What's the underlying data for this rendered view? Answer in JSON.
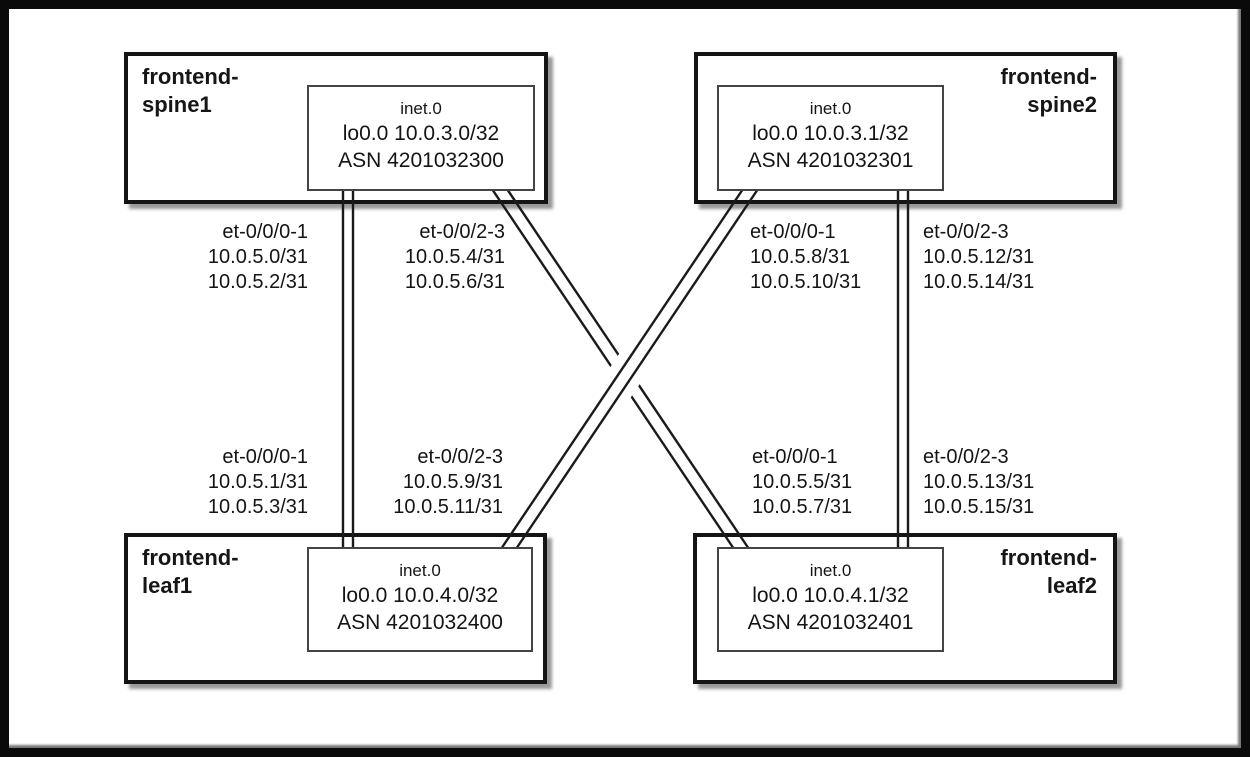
{
  "diagram_type": "network-topology",
  "nodes": {
    "spine1": {
      "name_line1": "frontend-",
      "name_line2": "spine1",
      "routing_table": "inet.0",
      "loopback": "lo0.0 10.0.3.0/32",
      "asn": "ASN 4201032300"
    },
    "spine2": {
      "name_line1": "frontend-",
      "name_line2": "spine2",
      "routing_table": "inet.0",
      "loopback": "lo0.0 10.0.3.1/32",
      "asn": "ASN 4201032301"
    },
    "leaf1": {
      "name_line1": "frontend-",
      "name_line2": "leaf1",
      "routing_table": "inet.0",
      "loopback": "lo0.0 10.0.4.0/32",
      "asn": "ASN 4201032400"
    },
    "leaf2": {
      "name_line1": "frontend-",
      "name_line2": "leaf2",
      "routing_table": "inet.0",
      "loopback": "lo0.0 10.0.4.1/32",
      "asn": "ASN 4201032401"
    }
  },
  "interface_labels": {
    "spine1_left": {
      "interface": "et-0/0/0-1",
      "subnet1": "10.0.5.0/31",
      "subnet2": "10.0.5.2/31"
    },
    "spine1_right": {
      "interface": "et-0/0/2-3",
      "subnet1": "10.0.5.4/31",
      "subnet2": "10.0.5.6/31"
    },
    "spine2_left": {
      "interface": "et-0/0/0-1",
      "subnet1": "10.0.5.8/31",
      "subnet2": "10.0.5.10/31"
    },
    "spine2_right": {
      "interface": "et-0/0/2-3",
      "subnet1": "10.0.5.12/31",
      "subnet2": "10.0.5.14/31"
    },
    "leaf1_left": {
      "interface": "et-0/0/0-1",
      "subnet1": "10.0.5.1/31",
      "subnet2": "10.0.5.3/31"
    },
    "leaf1_right": {
      "interface": "et-0/0/2-3",
      "subnet1": "10.0.5.9/31",
      "subnet2": "10.0.5.11/31"
    },
    "leaf2_left": {
      "interface": "et-0/0/0-1",
      "subnet1": "10.0.5.5/31",
      "subnet2": "10.0.5.7/31"
    },
    "leaf2_right": {
      "interface": "et-0/0/2-3",
      "subnet1": "10.0.5.13/31",
      "subnet2": "10.0.5.15/31"
    }
  },
  "connections": [
    {
      "from": "frontend-spine1",
      "to": "frontend-leaf1",
      "links": 2,
      "shape": "vertical-parallel-pair"
    },
    {
      "from": "frontend-spine1",
      "to": "frontend-leaf2",
      "links": 2,
      "shape": "diagonal-parallel-pair"
    },
    {
      "from": "frontend-spine2",
      "to": "frontend-leaf1",
      "links": 2,
      "shape": "diagonal-parallel-pair"
    },
    {
      "from": "frontend-spine2",
      "to": "frontend-leaf2",
      "links": 2,
      "shape": "vertical-parallel-pair"
    }
  ],
  "colors": {
    "background": "#ffffff",
    "frame_border": "#0a0a0a",
    "node_border": "#141414",
    "inner_box_border": "#444444",
    "line": "#1a1a1a",
    "text": "#141414"
  }
}
